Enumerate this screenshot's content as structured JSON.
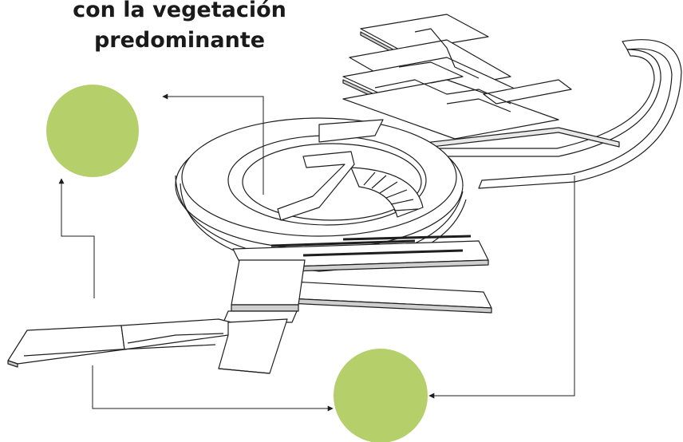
{
  "title": {
    "line1": "con la vegetación",
    "line2": "predominante"
  },
  "colors": {
    "vegetation": "#b5cf6b",
    "line": "#1e1e1e",
    "fill": "#ffffff",
    "shadow": "#9a9a9a"
  },
  "icons": {
    "arrowhead": "filled-triangle",
    "vegetation_marker": "circle"
  }
}
